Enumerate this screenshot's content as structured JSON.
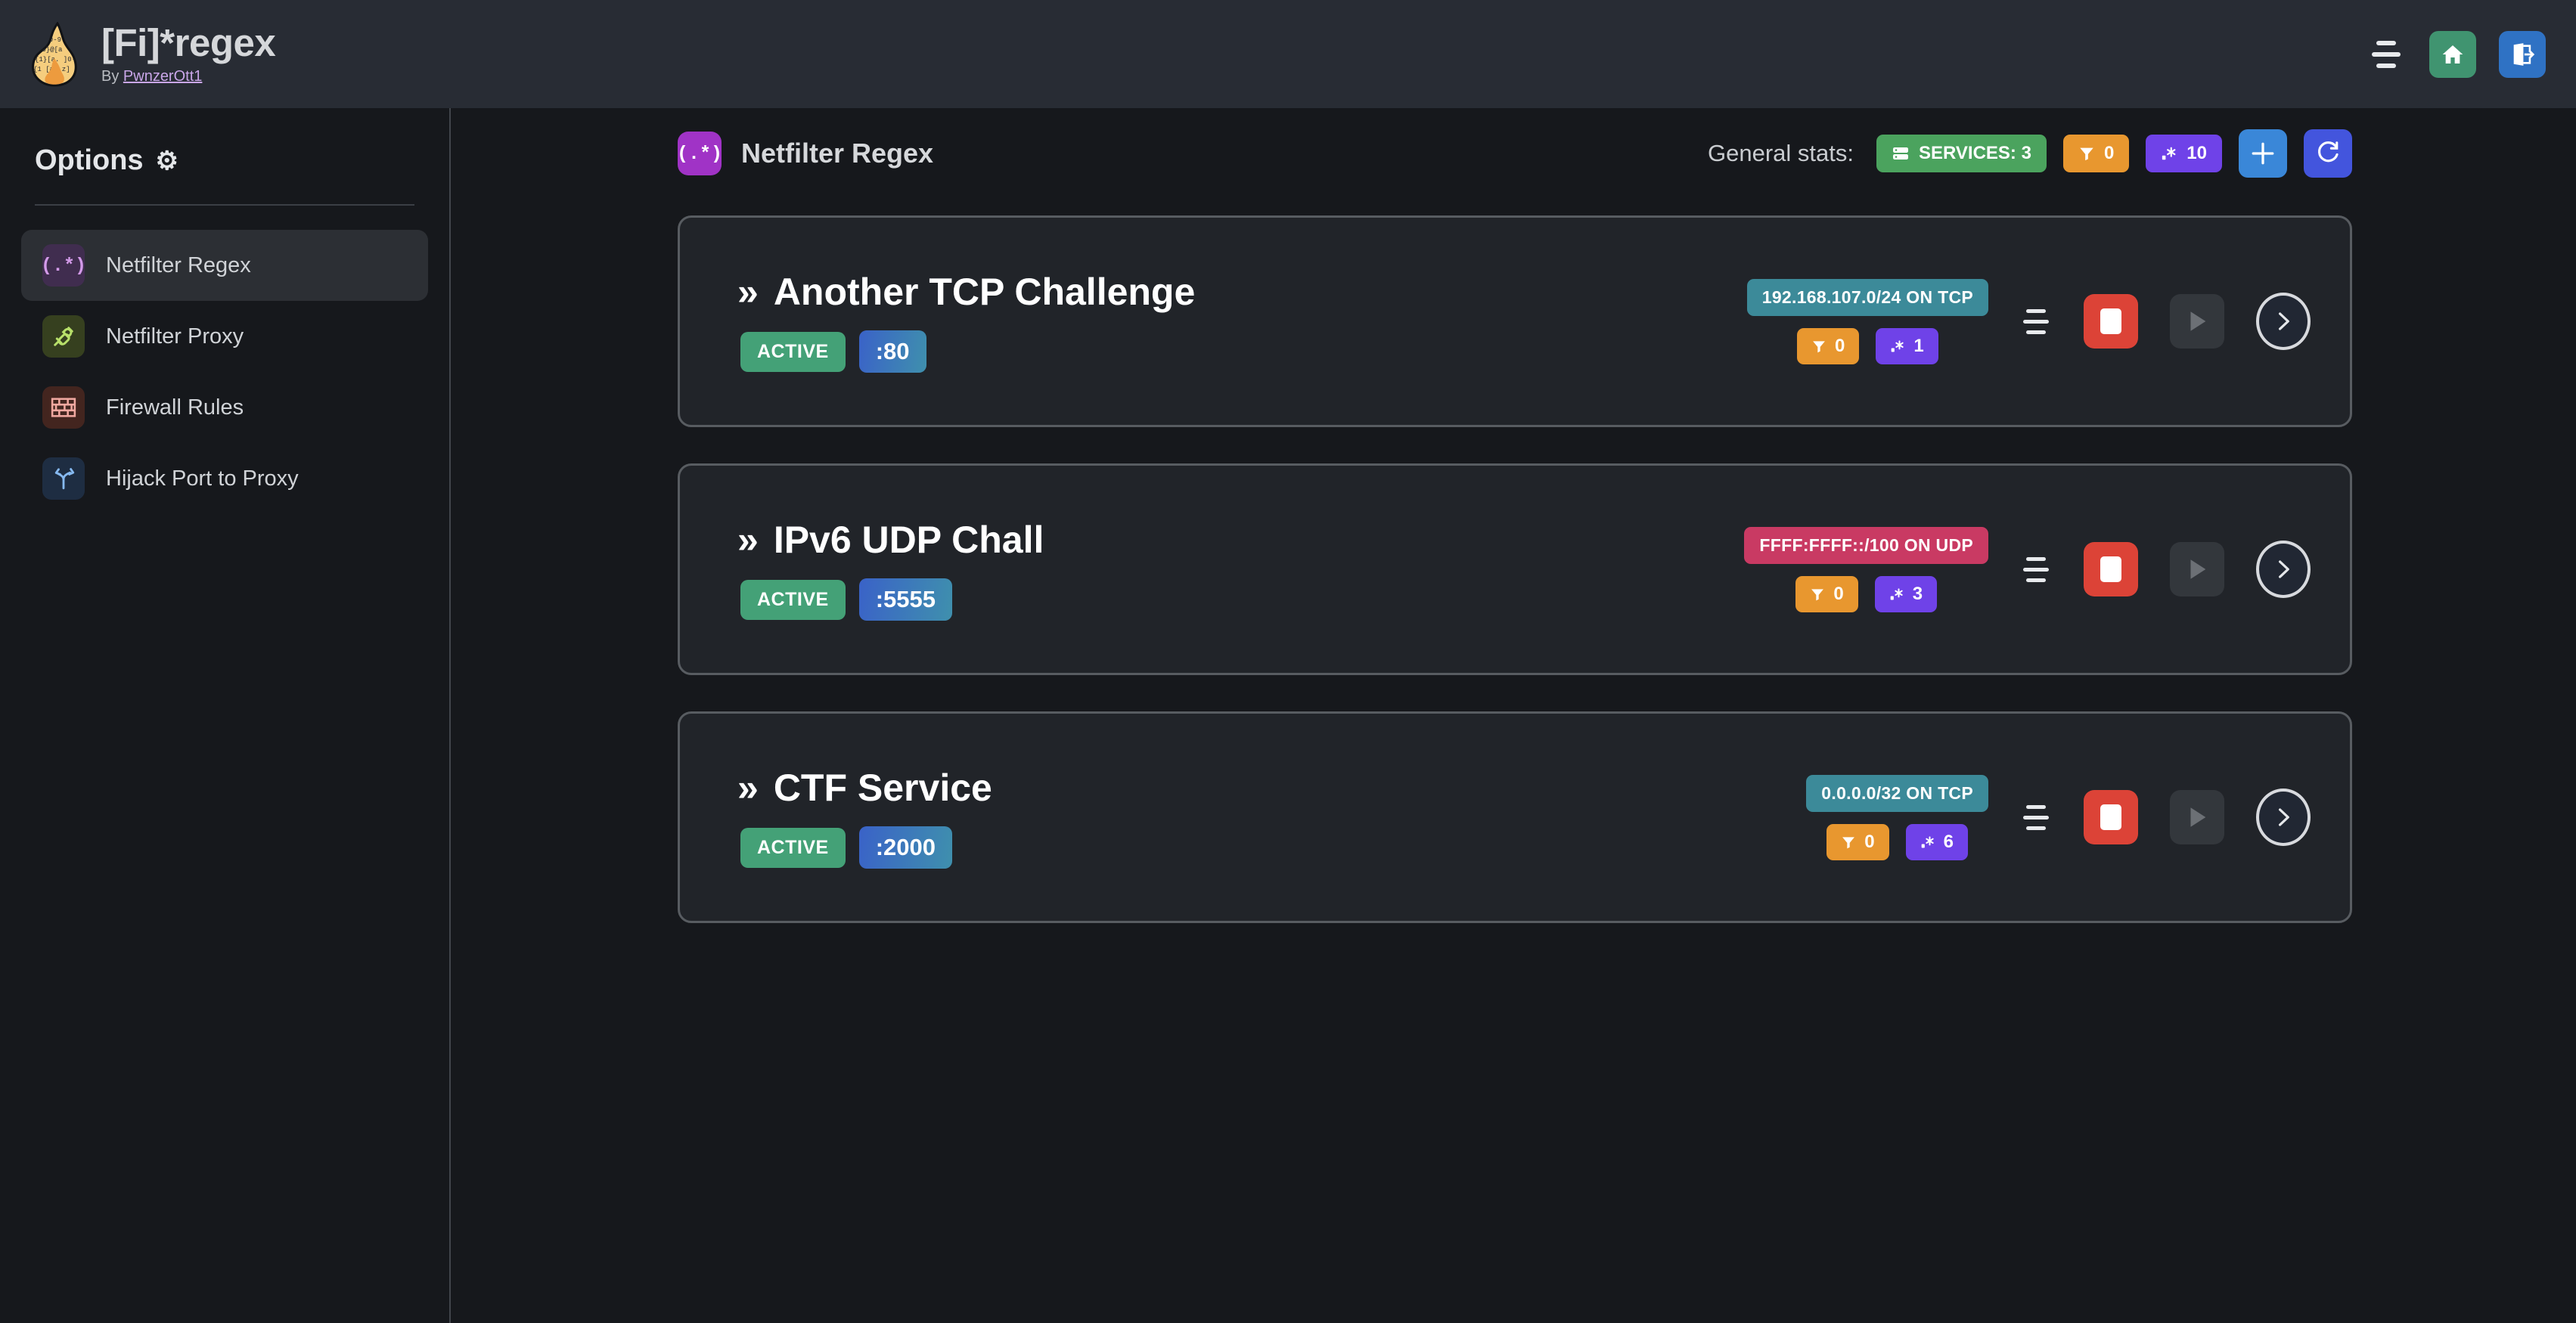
{
  "header": {
    "title": "[Fi]*regex",
    "by_prefix": "By ",
    "author": "PwnzerOtt1",
    "logo_icon": "flame-regex-logo",
    "menu_icon": "hamburger-menu-icon",
    "home_icon": "home-icon",
    "logout_icon": "logout-icon"
  },
  "sidebar": {
    "title": "Options",
    "gear_icon": "gear-icon",
    "items": [
      {
        "label": "Netfilter Regex",
        "icon": "regex-icon",
        "glyph": "(.*)",
        "active": true
      },
      {
        "label": "Netfilter Proxy",
        "icon": "plug-icon",
        "glyph": "",
        "active": false
      },
      {
        "label": "Firewall Rules",
        "icon": "brick-wall-icon",
        "glyph": "",
        "active": false
      },
      {
        "label": "Hijack Port to Proxy",
        "icon": "fork-arrows-icon",
        "glyph": "",
        "active": false
      }
    ]
  },
  "main": {
    "page_icon": "regex-icon",
    "page_icon_glyph": "(.*)",
    "page_title": "Netfilter Regex",
    "stats": {
      "label": "General stats:",
      "services_icon": "server-icon",
      "services_text": "SERVICES: 3",
      "filter_icon": "funnel-icon",
      "filter_count": "0",
      "regex_icon": "regex-dot-star-icon",
      "regex_count": "10",
      "add_label": "+",
      "add_icon": "plus-icon",
      "refresh_icon": "refresh-icon"
    },
    "cards": [
      {
        "chevron": "»",
        "name": "Another TCP Challenge",
        "status": "ACTIVE",
        "port": ":80",
        "network": "192.168.107.0/24 ON TCP",
        "proto": "tcp",
        "filter_count": "0",
        "regex_count": "1",
        "drag_icon": "drag-handle-icon",
        "stop_icon": "stop-icon",
        "play_icon": "play-icon",
        "open_icon": "chevron-right-icon"
      },
      {
        "chevron": "»",
        "name": "IPv6 UDP Chall",
        "status": "ACTIVE",
        "port": ":5555",
        "network": "FFFF:FFFF::/100 ON UDP",
        "proto": "udp",
        "filter_count": "0",
        "regex_count": "3",
        "drag_icon": "drag-handle-icon",
        "stop_icon": "stop-icon",
        "play_icon": "play-icon",
        "open_icon": "chevron-right-icon"
      },
      {
        "chevron": "»",
        "name": "CTF Service",
        "status": "ACTIVE",
        "port": ":2000",
        "network": "0.0.0.0/32 ON TCP",
        "proto": "tcp",
        "filter_count": "0",
        "regex_count": "6",
        "drag_icon": "drag-handle-icon",
        "stop_icon": "stop-icon",
        "play_icon": "play-icon",
        "open_icon": "chevron-right-icon"
      }
    ]
  },
  "colors": {
    "topbar_bg": "#282c34",
    "page_bg": "#16181c",
    "card_bg": "#212429",
    "card_border": "#585c61",
    "accent_green": "#4ba35e",
    "accent_orange": "#e8972f",
    "accent_purple": "#6f42e8",
    "accent_blue": "#3a87d8",
    "accent_red": "#dc4337",
    "accent_teal": "#3c8a99",
    "accent_pink": "#c93a63"
  }
}
